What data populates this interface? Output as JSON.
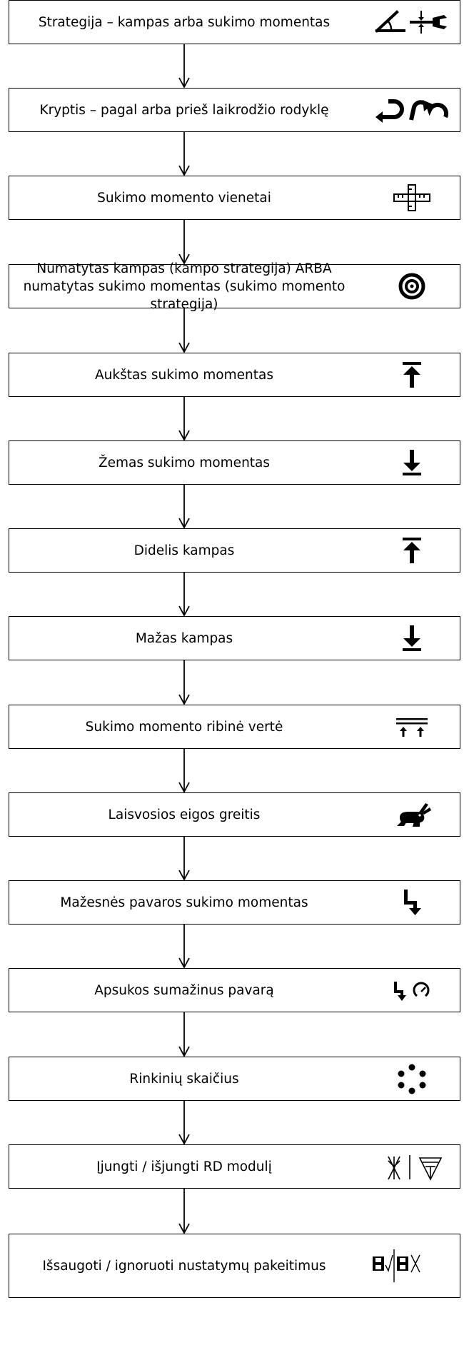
{
  "steps": [
    {
      "label": "Strategija – kampas arba sukimo momentas",
      "icon": "angle-torque-strategy-icon"
    },
    {
      "label": "Kryptis – pagal arba prieš laikrodžio rodyklę",
      "icon": "rotation-direction-icon"
    },
    {
      "label": "Sukimo momento vienetai",
      "icon": "torque-units-icon"
    },
    {
      "label": "Numatytas kampas (kampo strategija) ARBA numatytas sukimo momentas (sukimo momento strategija)",
      "icon": "target-icon"
    },
    {
      "label": "Aukštas sukimo momentas",
      "icon": "high-limit-icon"
    },
    {
      "label": "Žemas sukimo momentas",
      "icon": "low-limit-icon"
    },
    {
      "label": "Didelis kampas",
      "icon": "high-limit-icon"
    },
    {
      "label": "Mažas kampas",
      "icon": "low-limit-icon"
    },
    {
      "label": "Sukimo momento ribinė vertė",
      "icon": "threshold-icon"
    },
    {
      "label": "Laisvosios eigos greitis",
      "icon": "rabbit-speed-icon"
    },
    {
      "label": "Mažesnės pavaros sukimo momentas",
      "icon": "downshift-icon"
    },
    {
      "label": "Apsukos sumažinus pavarą",
      "icon": "downshift-speed-icon"
    },
    {
      "label": "Rinkinių skaičius",
      "icon": "batch-dots-icon"
    },
    {
      "label": "Įjungti / išjungti RD modulį",
      "icon": "rf-module-icon"
    },
    {
      "label": "Išsaugoti / ignoruoti nustatymų pakeitimus",
      "icon": "save-discard-icon"
    }
  ]
}
